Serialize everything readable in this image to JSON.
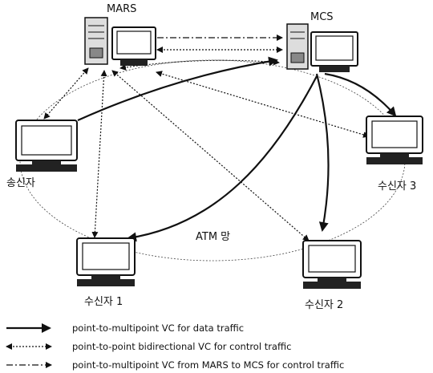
{
  "nodes": {
    "mars": "MARS",
    "mcs": "MCS",
    "sender": "송신자",
    "receiver1": "수신자 1",
    "receiver2": "수신자 2",
    "receiver3": "수신자 3",
    "network": "ATM 망"
  },
  "legend": [
    {
      "line_style": "solid",
      "text": "point-to-multipoint VC for data traffic"
    },
    {
      "line_style": "dotted-bidirectional",
      "text": "point-to-point bidirectional VC for control traffic"
    },
    {
      "line_style": "dash-dot",
      "text": "point-to-multipoint VC from MARS to MCS for control traffic"
    }
  ]
}
